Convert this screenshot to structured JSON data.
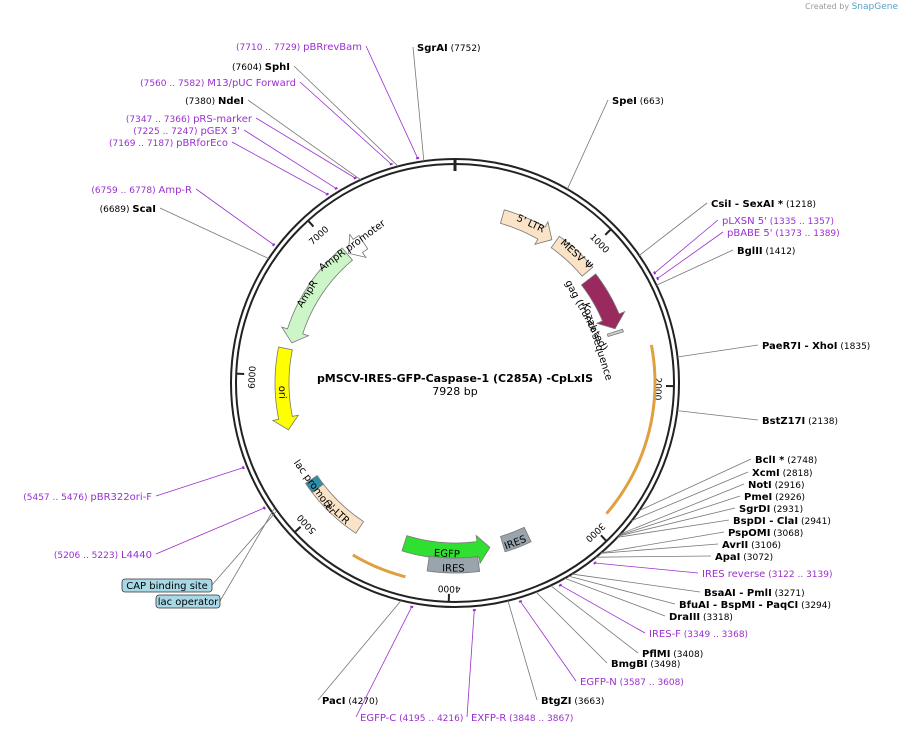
{
  "credit": {
    "prefix": "Created by",
    "brand": "SnapGene"
  },
  "plasmid": {
    "name": "pMSCV-IRES-GFP-Caspase-1 (C285A) -CpLxIS",
    "size": "7928 bp",
    "length": 7928
  },
  "ticks": [
    "1000",
    "2000",
    "3000",
    "4000",
    "5000",
    "6000",
    "7000"
  ],
  "features": [
    {
      "label": "5' LTR",
      "start": 350,
      "end": 750,
      "color": "#fbe3c8",
      "arrow": "cw"
    },
    {
      "label": "MESV Ψ",
      "start": 780,
      "end": 1100,
      "color": "#fbe3c8",
      "arrow": "none"
    },
    {
      "label": "gag (truncated)",
      "start": 1150,
      "end": 1570,
      "color": "#9a2a5e",
      "arrow": "cw"
    },
    {
      "label": "Kozak sequence",
      "start": 1590,
      "end": 1610,
      "color": "#d0d0d0",
      "arrow": "none"
    },
    {
      "label": "IRES",
      "start": 3400,
      "end": 3600,
      "color": "#9aa4ac",
      "arrow": "none"
    },
    {
      "label": "EGFP",
      "start": 3700,
      "end": 4350,
      "color": "#30e030",
      "arrow": "ccw"
    },
    {
      "label": "IRES",
      "start": 3800,
      "end": 4150,
      "color": "#9aa4ac",
      "arrow": "none"
    },
    {
      "label": "3' LTR",
      "start": 4700,
      "end": 5120,
      "color": "#fbe3c8",
      "arrow": "none"
    },
    {
      "label": "lac promoter",
      "start": 5120,
      "end": 5200,
      "color": "#2f8fa8",
      "arrow": "none"
    },
    {
      "label": "ori",
      "start": 5600,
      "end": 6200,
      "color": "#ffff00",
      "arrow": "ccw"
    },
    {
      "label": "AmpR",
      "start": 6250,
      "end": 7050,
      "color": "#cdf6c8",
      "arrow": "ccw"
    },
    {
      "label": "AmpR promoter",
      "start": 7060,
      "end": 7200,
      "color": "#ffffff",
      "arrow": "ccw"
    }
  ],
  "enzymes": [
    {
      "name": "SgrAI",
      "pos": "(7752)"
    },
    {
      "name": "SpeI",
      "pos": "(663)"
    },
    {
      "name": "SphI",
      "pos": "(7604)"
    },
    {
      "name": "NdeI",
      "pos": "(7380)"
    },
    {
      "name": "ScaI",
      "pos": "(6689)"
    },
    {
      "name": "CsiI   - SexAI *",
      "pos": "(1218)"
    },
    {
      "name": "BglII",
      "pos": "(1412)"
    },
    {
      "name": "PaeR7I   - XhoI",
      "pos": "(1835)"
    },
    {
      "name": "BstZ17I",
      "pos": "(2138)"
    },
    {
      "name": "BclI *",
      "pos": "(2748)"
    },
    {
      "name": "XcmI",
      "pos": "(2818)"
    },
    {
      "name": "NotI",
      "pos": "(2916)"
    },
    {
      "name": "PmeI",
      "pos": "(2926)"
    },
    {
      "name": "SgrDI",
      "pos": "(2931)"
    },
    {
      "name": "BspDI   - ClaI",
      "pos": "(2941)"
    },
    {
      "name": "PspOMI",
      "pos": "(3068)"
    },
    {
      "name": "ApaI",
      "pos": "(3072)"
    },
    {
      "name": "AvrII",
      "pos": "(3106)"
    },
    {
      "name": "BsaAI   - PmlI",
      "pos": "(3271)"
    },
    {
      "name": "BfuAI   - BspMI   - PaqCI",
      "pos": "(3294)"
    },
    {
      "name": "DraIII",
      "pos": "(3318)"
    },
    {
      "name": "PflMI",
      "pos": "(3408)"
    },
    {
      "name": "BmgBI",
      "pos": "(3498)"
    },
    {
      "name": "BtgZI",
      "pos": "(3663)"
    },
    {
      "name": "PacI",
      "pos": "(4270)"
    }
  ],
  "primers": [
    {
      "name": "pBRrevBam",
      "pos": "(7710 .. 7729)"
    },
    {
      "name": "M13/pUC Forward",
      "pos": "(7560 .. 7582)"
    },
    {
      "name": "pRS-marker",
      "pos": "(7347 .. 7366)"
    },
    {
      "name": "pGEX 3'",
      "pos": "(7225 .. 7247)"
    },
    {
      "name": "pBRforEco",
      "pos": "(7169 .. 7187)"
    },
    {
      "name": "Amp-R",
      "pos": "(6759 .. 6778)"
    },
    {
      "name": "pLXSN 5'",
      "pos": "(1335 .. 1357)"
    },
    {
      "name": "pBABE 5'",
      "pos": "(1373 .. 1389)"
    },
    {
      "name": "IRES reverse",
      "pos": "(3122 .. 3139)"
    },
    {
      "name": "IRES-F",
      "pos": "(3349 .. 3368)"
    },
    {
      "name": "EGFP-N",
      "pos": "(3587 .. 3608)"
    },
    {
      "name": "EXFP-R",
      "pos": "(3848 .. 3867)"
    },
    {
      "name": "EGFP-C",
      "pos": "(4195 .. 4216)"
    },
    {
      "name": "pBR322ori-F",
      "pos": "(5457 .. 5476)"
    },
    {
      "name": "L4440",
      "pos": "(5206 .. 5223)"
    }
  ],
  "boxed": [
    {
      "label": "CAP binding site",
      "color": "#a8d8e6"
    },
    {
      "label": "lac operator",
      "color": "#a8d8e6"
    }
  ]
}
